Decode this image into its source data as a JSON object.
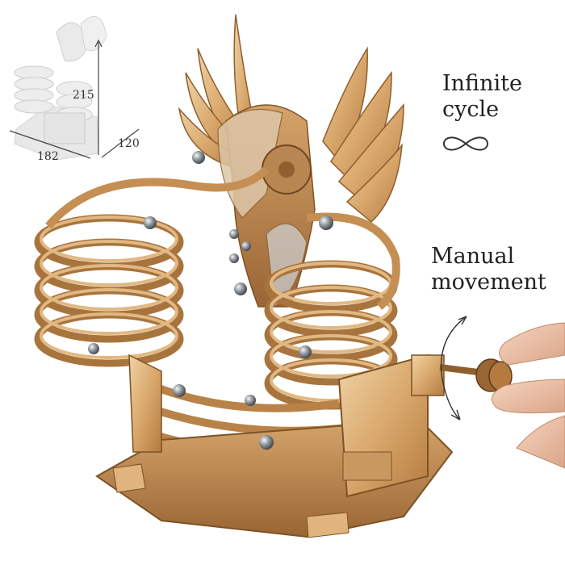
{
  "labels": {
    "infinite_line1": "Infinite",
    "infinite_line2": "cycle",
    "manual_line1": "Manual",
    "manual_line2": "movement"
  },
  "dimensions": {
    "height": "215",
    "depth": "120",
    "width": "182"
  },
  "icons": {
    "infinity": "infinity-icon",
    "rotation": "rotation-arrow-icon"
  },
  "colors": {
    "wood_light": "#e8c596",
    "wood_mid": "#c9975e",
    "wood_dark": "#8f5f2e",
    "steel": "#9aa0a6",
    "skin": "#f1c8ae",
    "text": "#222222"
  }
}
